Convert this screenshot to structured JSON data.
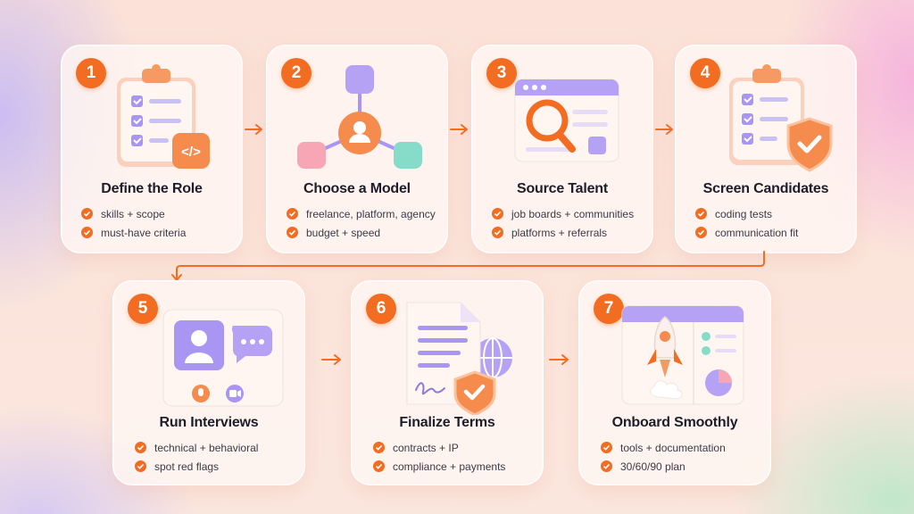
{
  "steps": [
    {
      "number": "1",
      "title": "Define the Role",
      "bullets": [
        "skills + scope",
        "must-have criteria"
      ]
    },
    {
      "number": "2",
      "title": "Choose a Model",
      "bullets": [
        "freelance, platform, agency",
        "budget + speed"
      ]
    },
    {
      "number": "3",
      "title": "Source Talent",
      "bullets": [
        "job boards + communities",
        "platforms + referrals"
      ]
    },
    {
      "number": "4",
      "title": "Screen Candidates",
      "bullets": [
        "coding tests",
        "communication fit"
      ]
    },
    {
      "number": "5",
      "title": "Run Interviews",
      "bullets": [
        "technical + behavioral",
        "spot red flags"
      ]
    },
    {
      "number": "6",
      "title": "Finalize Terms",
      "bullets": [
        "contracts + IP",
        "compliance + payments"
      ]
    },
    {
      "number": "7",
      "title": "Onboard Smoothly",
      "bullets": [
        "tools + documentation",
        "30/60/90 plan"
      ]
    }
  ],
  "icons": {
    "step1": "clipboard-checklist-code-icon",
    "step2": "network-model-person-icon",
    "step3": "browser-magnifier-icon",
    "step4": "clipboard-shield-check-icon",
    "step5": "video-interview-chat-icon",
    "step6": "contract-signature-globe-shield-icon",
    "step7": "rocket-dashboard-icon"
  },
  "colors": {
    "accent": "#f26d21",
    "purple": "#a995f2",
    "mint": "#86dcc8",
    "pink": "#f8aab8"
  }
}
